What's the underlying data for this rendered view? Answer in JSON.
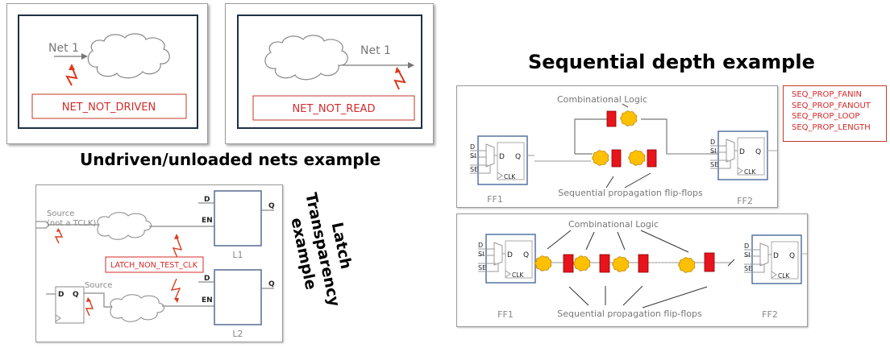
{
  "headings": {
    "undriven": "Undriven/unloaded nets example",
    "sequential": "Sequential depth example",
    "latch_lines": [
      "Latch",
      "Transparency",
      "example"
    ]
  },
  "undriven_panel": {
    "net_label": "Net 1",
    "rule": "NET_NOT_DRIVEN"
  },
  "unloaded_panel": {
    "net_label": "Net 1",
    "rule": "NET_NOT_READ"
  },
  "latch_panel": {
    "source_top_line1": "Source",
    "source_top_line2": "(not a TCLK)",
    "source_bottom": "Source",
    "rule": "LATCH_NON_TEST_CLK",
    "ff": {
      "d": "D",
      "q": "Q"
    },
    "latches": [
      {
        "name": "L1",
        "d": "D",
        "en": "EN",
        "q": "Q"
      },
      {
        "name": "L2",
        "d": "D",
        "en": "EN",
        "q": "Q"
      }
    ]
  },
  "seq_rules": [
    "SEQ_PROP_FANIN",
    "SEQ_PROP_FANOUT",
    "SEQ_PROP_LOOP",
    "SEQ_PROP_LENGTH"
  ],
  "seq_panel_1": {
    "comb_label": "Combinational Logic",
    "ff_label": "Sequential propagation flip-flops",
    "ff1": "FF1",
    "ff2": "FF2"
  },
  "seq_panel_2": {
    "comb_label": "Combinational Logic",
    "ff_label": "Sequential propagation flip-flops",
    "ff1": "FF1",
    "ff2": "FF2"
  },
  "scan_ff_pins": {
    "d": "D",
    "si": "SI",
    "se": "SE",
    "dq": "D",
    "q": "Q",
    "clk": "CLK"
  },
  "colors": {
    "rule_red": "#d42a2a",
    "box_navy": "#1f3045",
    "latch_blue": "#4a5f8a",
    "ff_blue": "#4a6a9a",
    "flop_red": "#e8141c",
    "cloud_orange": "#ffc000"
  }
}
